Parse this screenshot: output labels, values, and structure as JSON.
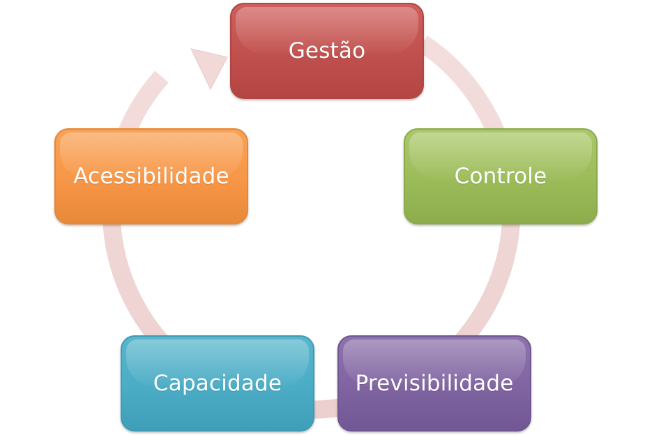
{
  "diagram": {
    "type": "cycle",
    "ring_color": "#f2dcdb",
    "nodes": [
      {
        "id": "gestao",
        "label": "Gestão",
        "color": "#c0504d"
      },
      {
        "id": "controle",
        "label": "Controle",
        "color": "#9bbb59"
      },
      {
        "id": "previsibilidade",
        "label": "Previsibilidade",
        "color": "#8064a2"
      },
      {
        "id": "capacidade",
        "label": "Capacidade",
        "color": "#4bacc6"
      },
      {
        "id": "acessibilidade",
        "label": "Acessibilidade",
        "color": "#f79646"
      }
    ]
  }
}
